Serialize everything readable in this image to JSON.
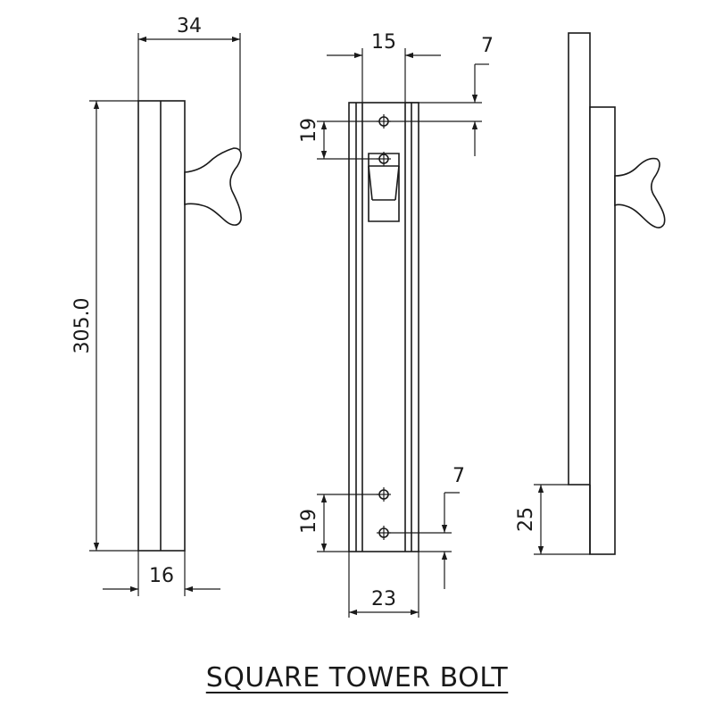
{
  "title": "SQUARE TOWER BOLT",
  "dimensions": {
    "side_width": "34",
    "side_height": "305.0",
    "side_thickness": "16",
    "front_width_top": "15",
    "front_edge_top": "7",
    "front_hole_spacing_top": "19",
    "front_hole_spacing_bottom": "19",
    "front_edge_bottom": "7",
    "front_width_bottom": "23",
    "rear_offset": "25"
  },
  "colors": {
    "line": "#1a1a1a",
    "background": "#ffffff"
  }
}
